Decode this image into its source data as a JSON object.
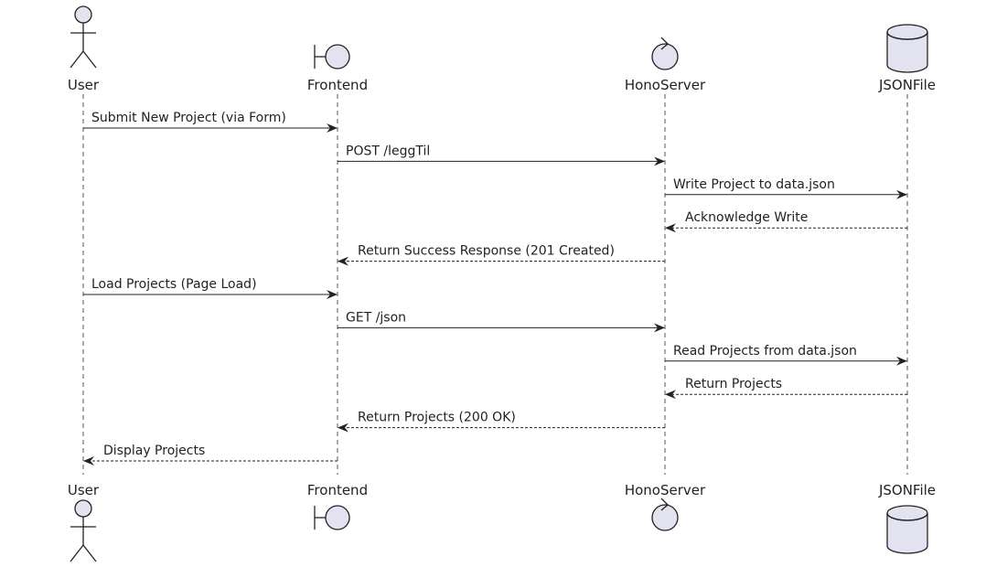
{
  "diagram": {
    "type": "sequence",
    "colors": {
      "participant_fill": "#e2e2f0",
      "line": "#222222"
    },
    "participants": [
      {
        "id": "user",
        "label": "User",
        "kind": "actor",
        "icon": "actor-icon"
      },
      {
        "id": "frontend",
        "label": "Frontend",
        "kind": "boundary",
        "icon": "boundary-icon"
      },
      {
        "id": "server",
        "label": "HonoServer",
        "kind": "control",
        "icon": "control-icon"
      },
      {
        "id": "file",
        "label": "JSONFile",
        "kind": "database",
        "icon": "database-icon"
      }
    ],
    "messages": [
      {
        "from": "user",
        "to": "frontend",
        "text": "Submit New Project (via Form)",
        "style": "solid"
      },
      {
        "from": "frontend",
        "to": "server",
        "text": "POST /leggTil",
        "style": "solid"
      },
      {
        "from": "server",
        "to": "file",
        "text": "Write Project to data.json",
        "style": "solid"
      },
      {
        "from": "file",
        "to": "server",
        "text": "Acknowledge Write",
        "style": "dashed"
      },
      {
        "from": "server",
        "to": "frontend",
        "text": "Return Success Response (201 Created)",
        "style": "dashed"
      },
      {
        "from": "user",
        "to": "frontend",
        "text": "Load Projects (Page Load)",
        "style": "solid"
      },
      {
        "from": "frontend",
        "to": "server",
        "text": "GET /json",
        "style": "solid"
      },
      {
        "from": "server",
        "to": "file",
        "text": "Read Projects from data.json",
        "style": "solid"
      },
      {
        "from": "file",
        "to": "server",
        "text": "Return Projects",
        "style": "dashed"
      },
      {
        "from": "server",
        "to": "frontend",
        "text": "Return Projects (200 OK)",
        "style": "dashed"
      },
      {
        "from": "frontend",
        "to": "user",
        "text": "Display Projects",
        "style": "dashed"
      }
    ]
  }
}
